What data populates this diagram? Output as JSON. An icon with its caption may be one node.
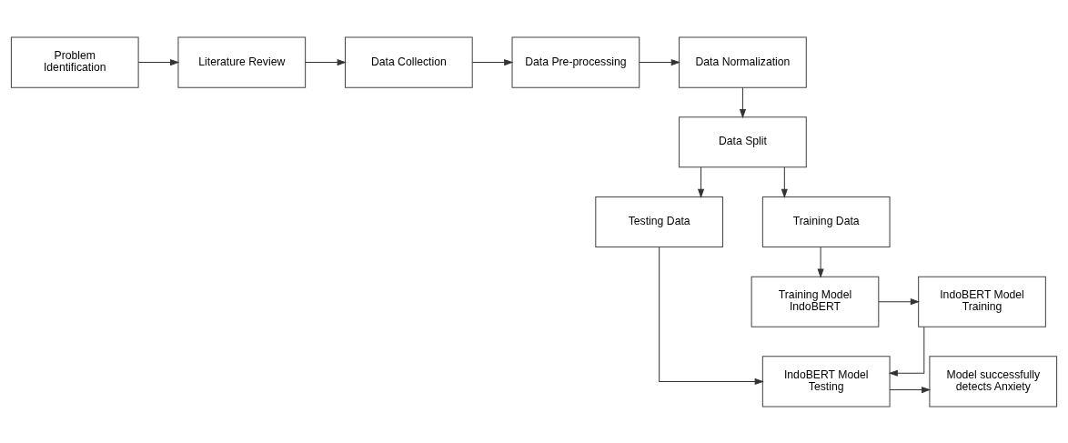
{
  "diagram": {
    "nodes": [
      {
        "text": [
          "Problem Identification"
        ]
      },
      {
        "text": [
          "Literature Review"
        ]
      },
      {
        "text": [
          "Data Collection"
        ]
      },
      {
        "text": [
          "Data Pre-processing"
        ]
      },
      {
        "text": [
          "Data Normalization"
        ]
      },
      {
        "text": [
          "Data Split"
        ]
      },
      {
        "text": [
          "Testing Data"
        ]
      },
      {
        "text": [
          "Training Data"
        ]
      },
      {
        "text": [
          "Model successfully detects Anxiety"
        ]
      },
      {
        "text": [
          "IndoBERT Model Testing"
        ]
      },
      {
        "text": [
          "IndoBERT Model Training"
        ]
      },
      {
        "text": [
          "Training Model IndoBERT"
        ]
      }
    ],
    "edges": [
      {
        "from": 0,
        "to": 1,
        "arrow": "to"
      },
      {
        "from": 1,
        "to": 2,
        "arrow": "to"
      },
      {
        "from": 2,
        "to": 3,
        "arrow": "to"
      },
      {
        "from": 3,
        "to": 4,
        "arrow": "to"
      },
      {
        "from": 4,
        "to": 5,
        "arrow": "to"
      },
      {
        "from": 5,
        "to": 6,
        "arrow": "to"
      },
      {
        "from": 5,
        "to": 7,
        "arrow": "to"
      },
      {
        "from": 6,
        "to": 9,
        "arrow": "to"
      },
      {
        "from": 7,
        "to": 11,
        "arrow": "to"
      },
      {
        "from": 11,
        "to": 10,
        "arrow": "to"
      },
      {
        "from": 10,
        "to": 9,
        "arrow": "to"
      },
      {
        "from": 9,
        "to": 8,
        "arrow": "to"
      }
    ]
  }
}
